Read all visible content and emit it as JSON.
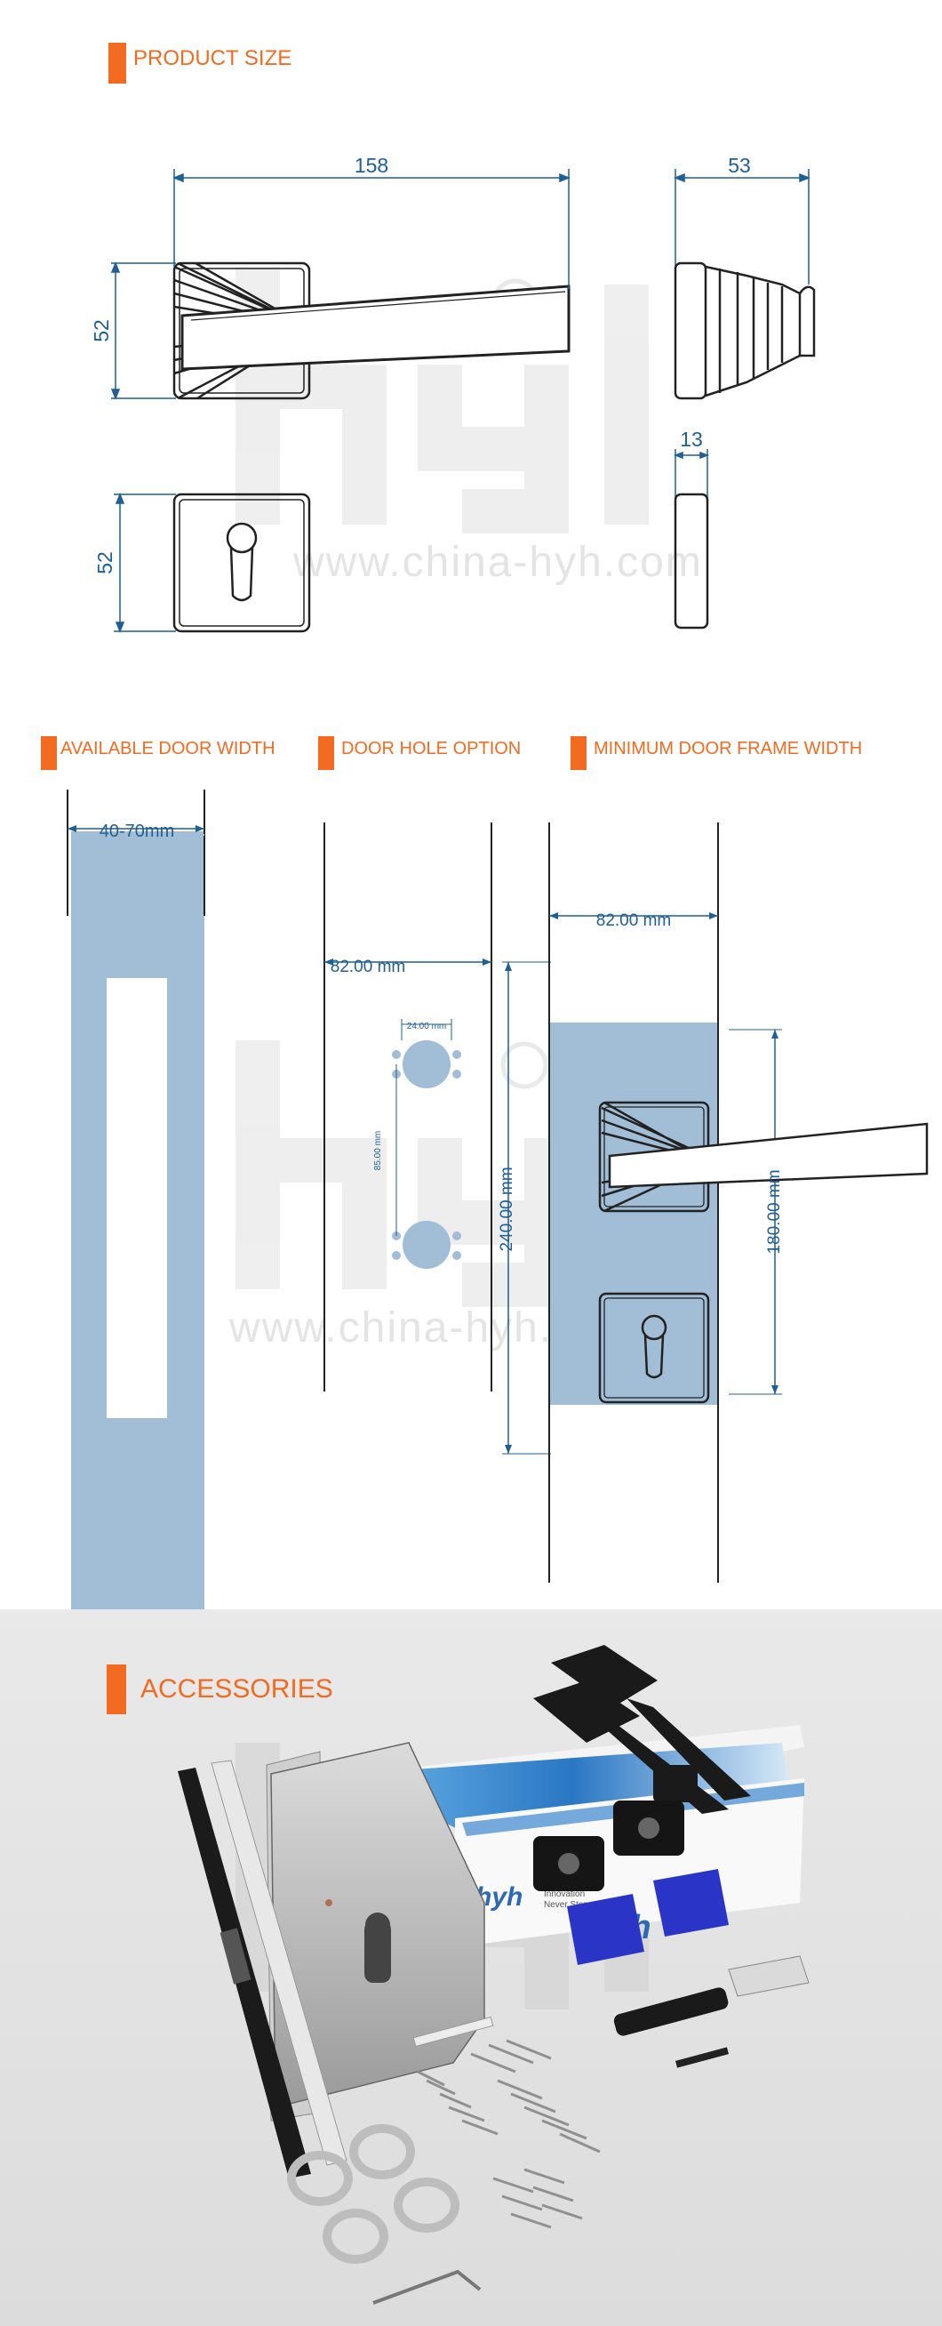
{
  "product_size": {
    "title": "PRODUCT SIZE",
    "dim_width": "158",
    "dim_height_lever": "52",
    "dim_depth": "53",
    "dim_rose_height": "52",
    "dim_rose_thickness": "13"
  },
  "door_info": {
    "available_title": "AVAILABLE DOOR WIDTH",
    "available_range": "40-70mm",
    "hole_title": "DOOR HOLE OPTION",
    "hole_width": "82.00 mm",
    "hole_diameter": "24.00 mm",
    "hole_spacing": "85.00 mm",
    "hole_height": "240.00 mm",
    "frame_title": "MINIMUM DOOR FRAME WIDTH",
    "frame_width": "82.00 mm",
    "frame_height": "180.00 mm"
  },
  "watermark": {
    "logo": "hyh",
    "url": "www.china-hyh.com"
  },
  "accessories": {
    "title": "ACCESSORIES",
    "box_logo": "hyh",
    "box_tagline_1": "Innovation",
    "box_tagline_2": "Never Stops"
  },
  "colors": {
    "accent": "#f26b21",
    "dimension": "#1f5f96",
    "panel": "#a2bdd6"
  }
}
